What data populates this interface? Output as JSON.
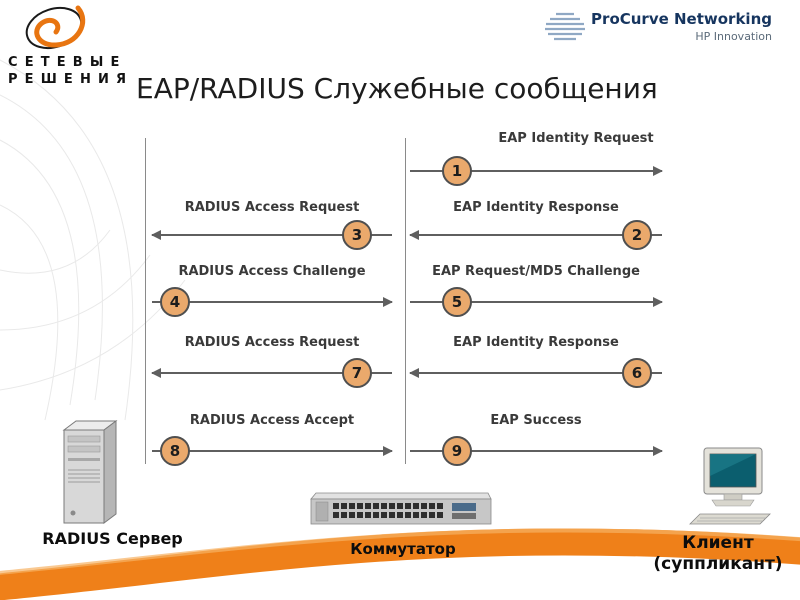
{
  "title": "EAP/RADIUS Служебные сообщения",
  "logo_left": {
    "line1": "СЕТЕВЫЕ",
    "line2": "РЕШЕНИЯ"
  },
  "logo_right": {
    "brand": "ProCurve Networking",
    "sub": "HP Innovation"
  },
  "diagram": {
    "rows": [
      {
        "right": {
          "num": "1",
          "label": "EAP Identity Request",
          "dir": "right"
        }
      },
      {
        "left": {
          "num": "3",
          "label": "RADIUS Access Request",
          "dir": "left"
        },
        "right": {
          "num": "2",
          "label": "EAP Identity Response",
          "dir": "left"
        }
      },
      {
        "left": {
          "num": "4",
          "label": "RADIUS Access Challenge",
          "dir": "right"
        },
        "right": {
          "num": "5",
          "label": "EAP Request/MD5 Challenge",
          "dir": "right"
        }
      },
      {
        "left": {
          "num": "7",
          "label": "RADIUS Access Request",
          "dir": "left"
        },
        "right": {
          "num": "6",
          "label": "EAP Identity Response",
          "dir": "left"
        }
      },
      {
        "left": {
          "num": "8",
          "label": "RADIUS Access Accept",
          "dir": "right"
        },
        "right": {
          "num": "9",
          "label": "EAP Success",
          "dir": "right"
        }
      }
    ]
  },
  "devices": {
    "server_label": "RADIUS Сервер",
    "switch_label": "Коммутатор",
    "client_label": "Клиент (суппликант)"
  },
  "colors": {
    "accent_orange": "#EF8019",
    "badge_fill": "#EAA96C",
    "badge_border": "#4F4F4F",
    "brand_navy": "#16355F"
  }
}
